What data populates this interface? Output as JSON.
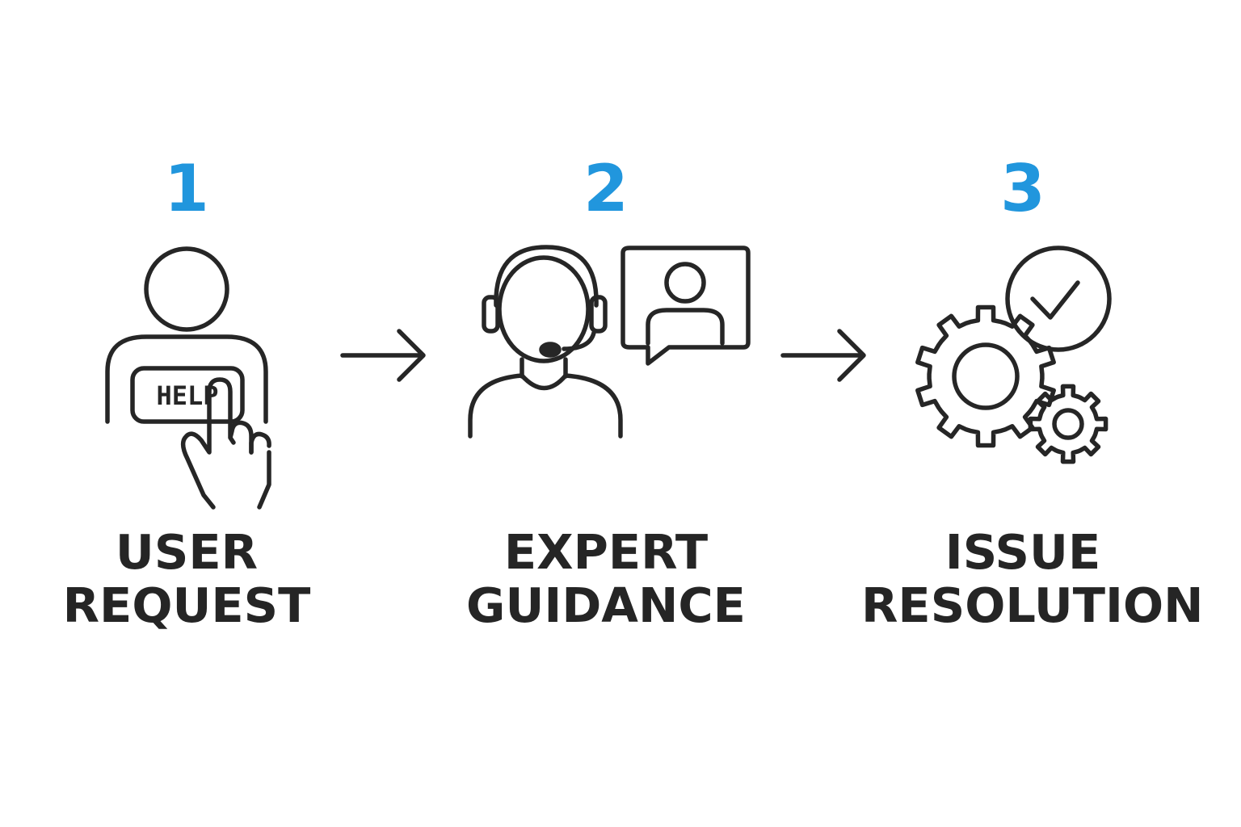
{
  "accent_color": "#2196dd",
  "text_color": "#252525",
  "steps": [
    {
      "number": "1",
      "label_line1": "USER",
      "label_line2": "REQUEST",
      "sign_text": "HELP",
      "icon": "user-pressing-help-button-icon"
    },
    {
      "number": "2",
      "label_line1": "EXPERT",
      "label_line2": "GUIDANCE",
      "icon": "support-agent-headset-icon"
    },
    {
      "number": "3",
      "label_line1": "ISSUE",
      "label_line2": "RESOLUTION",
      "icon": "gears-with-checkmark-icon"
    }
  ],
  "connectors": [
    "arrow-right-icon",
    "arrow-right-icon"
  ]
}
